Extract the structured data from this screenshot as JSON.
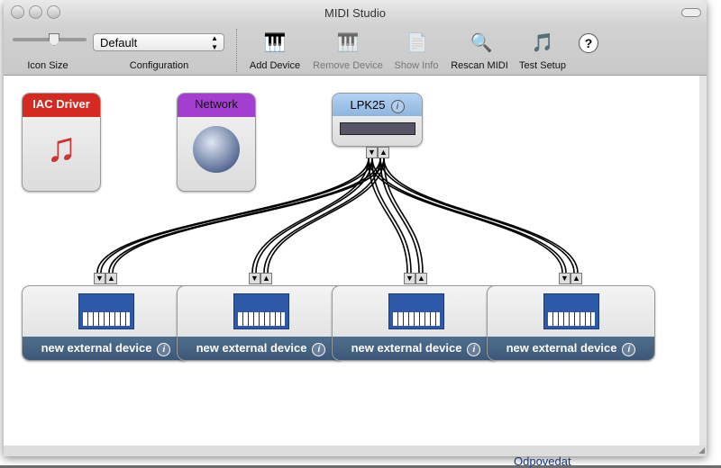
{
  "window": {
    "title": "MIDI Studio"
  },
  "toolbar": {
    "icon_size_label": "Icon Size",
    "configuration_label": "Configuration",
    "configuration_value": "Default",
    "add_device": "Add Device",
    "remove_device": "Remove Device",
    "show_info": "Show Info",
    "rescan_midi": "Rescan MIDI",
    "test_setup": "Test Setup",
    "help": "?"
  },
  "devices": {
    "iac": "IAC Driver",
    "network": "Network",
    "lpk25": "LPK25",
    "external": [
      "new external device",
      "new external device",
      "new external device",
      "new external device"
    ]
  },
  "background": {
    "link": "Odpovedat"
  },
  "colors": {
    "iac": "#d42a22",
    "network": "#a43ed0",
    "lpk25": "#9cc2e8",
    "external_bar": "#466482"
  }
}
